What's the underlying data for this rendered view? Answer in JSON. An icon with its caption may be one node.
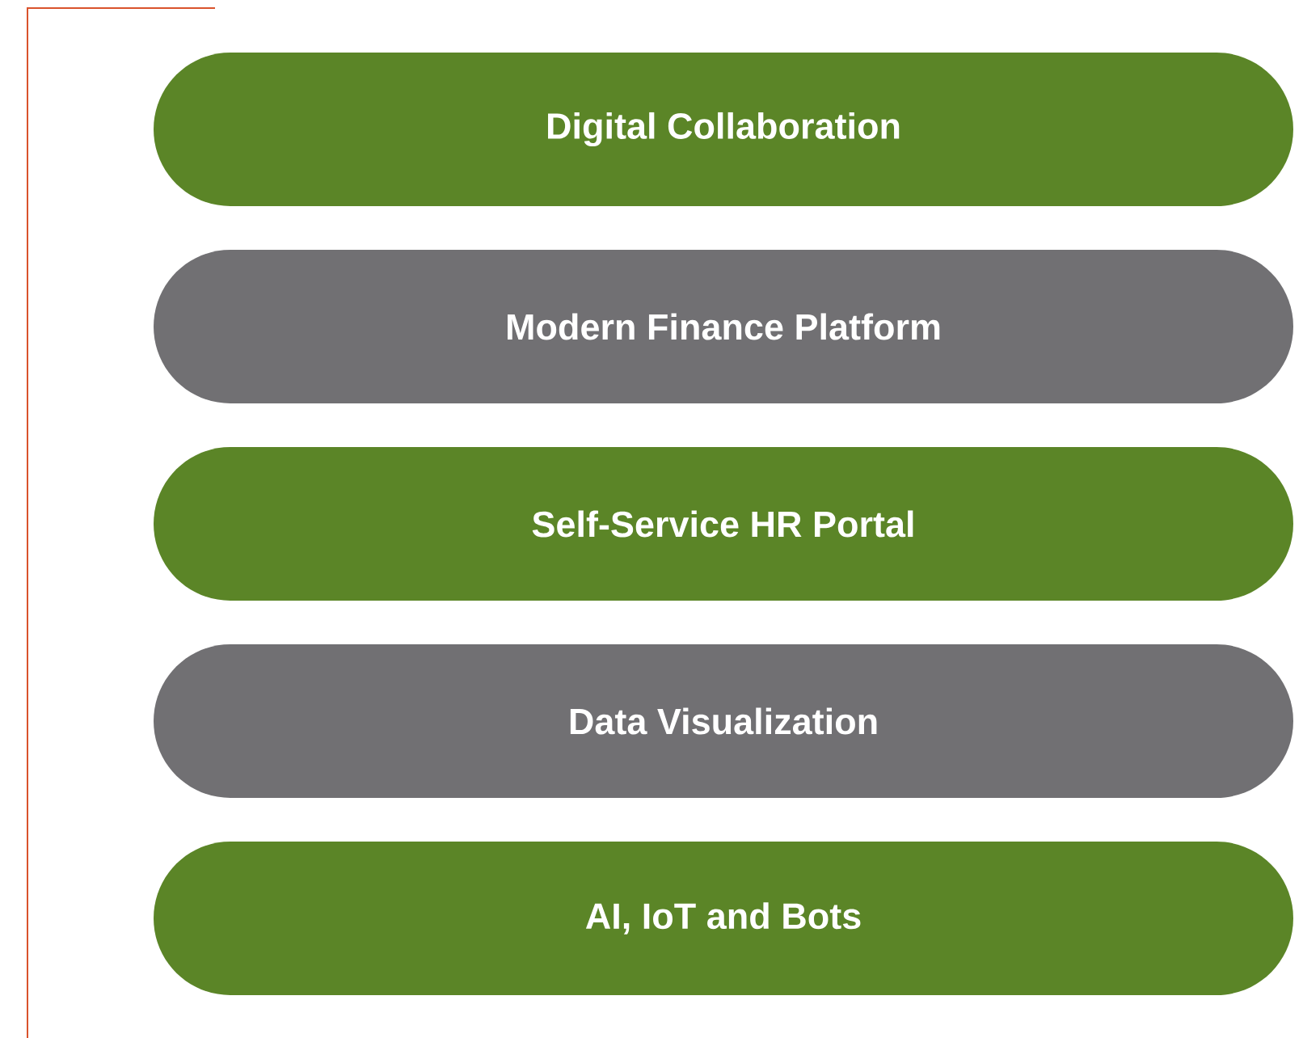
{
  "diagram": {
    "nodes": [
      {
        "text": [
          "Digital Collaboration"
        ]
      },
      {
        "text": [
          "Modern Finance Platform"
        ]
      },
      {
        "text": [
          "Self-Service HR Portal"
        ]
      },
      {
        "text": [
          "Data Visualization"
        ]
      },
      {
        "text": [
          "AI, IoT and Bots"
        ]
      }
    ]
  }
}
